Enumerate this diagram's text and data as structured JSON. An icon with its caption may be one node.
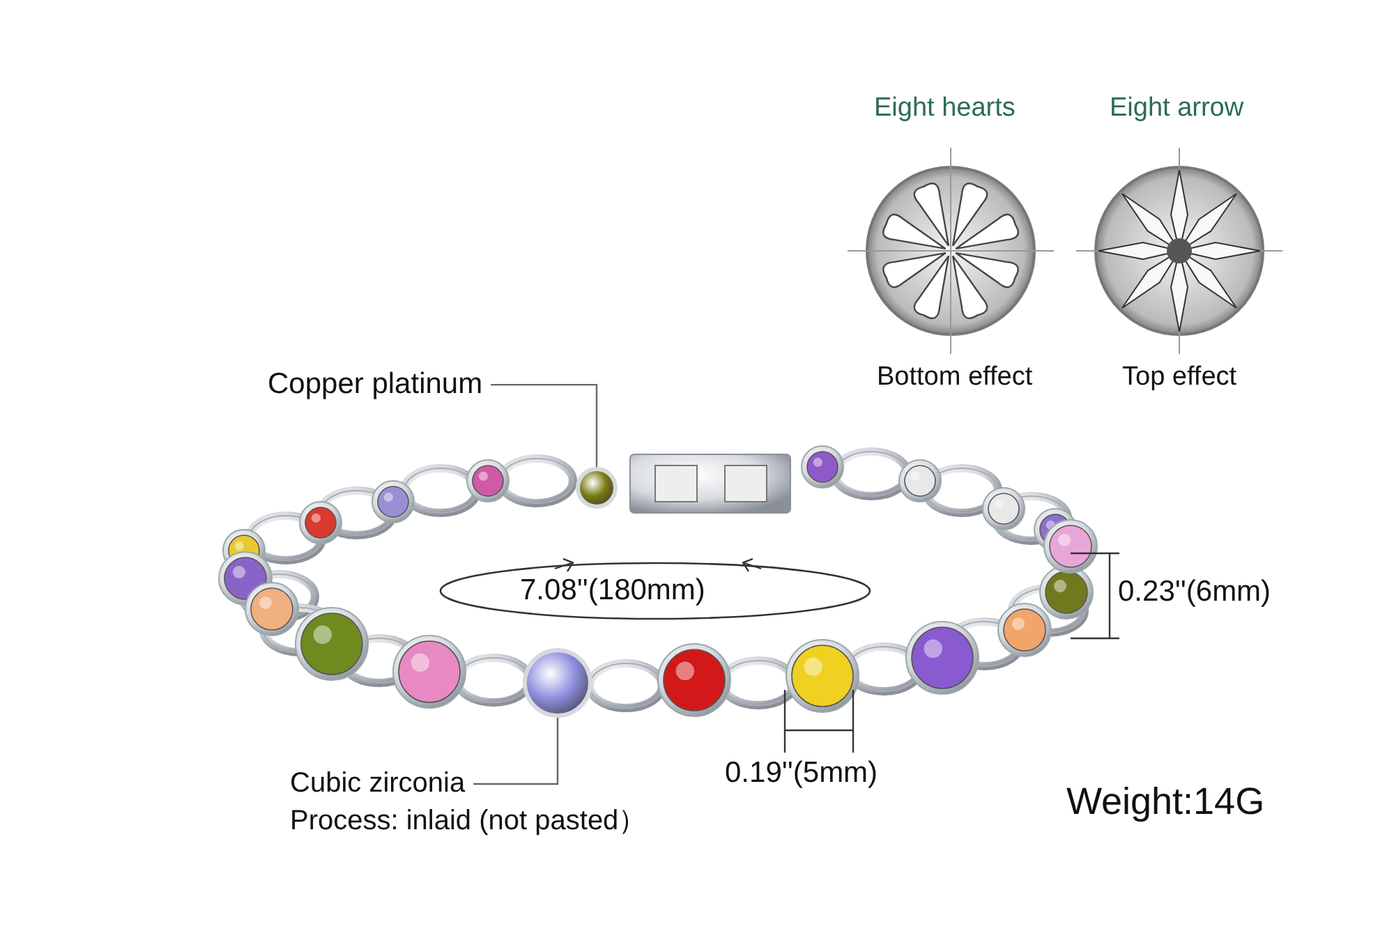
{
  "diagram": {
    "nodes": [
      {
        "text": [
          "Copper platinum"
        ]
      },
      {
        "text": [],
        "shape": "circle"
      },
      {
        "text": [
          "Cubic zirconia"
        ]
      },
      {
        "text": [],
        "shape": "circle"
      }
    ],
    "edges": [
      {
        "from": 0,
        "to": 1,
        "arrow": "none"
      },
      {
        "from": 2,
        "to": 3,
        "arrow": "none"
      }
    ],
    "labels": [
      "Eight hearts",
      "Eight arrow",
      "Bottom effect",
      "Top effect",
      "7.08''(180mm)",
      "0.23''(6mm)",
      "0.19''(5mm)",
      "Process: inlaid (not pasted）",
      "Weight:14G"
    ]
  }
}
